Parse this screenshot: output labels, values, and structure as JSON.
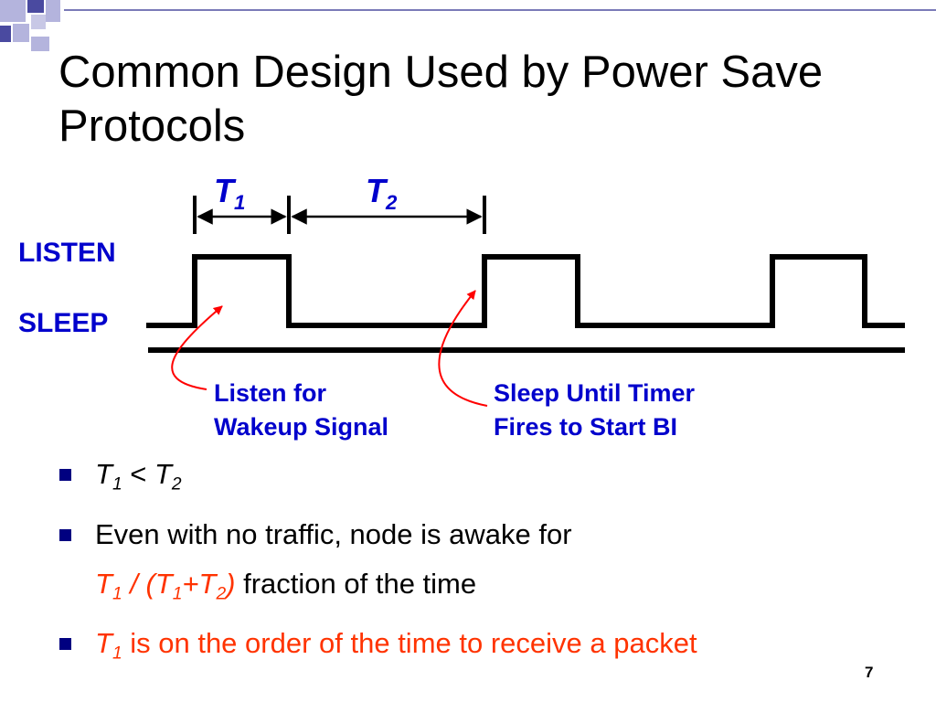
{
  "slide": {
    "title": "Common Design Used by Power Save Protocols",
    "page_number": "7"
  },
  "diagram": {
    "t1_label": "T",
    "t1_sub": "1",
    "t2_label": "T",
    "t2_sub": "2",
    "listen_label": "LISTEN",
    "sleep_label": "SLEEP",
    "annotation_left_line1": "Listen for",
    "annotation_left_line2": "Wakeup Signal",
    "annotation_right_line1": "Sleep Until Timer",
    "annotation_right_line2": "Fires to Start BI",
    "colors": {
      "label_blue": "#0000cc",
      "arrow_red": "#ff0000",
      "signal": "#000000"
    }
  },
  "bullets": {
    "b1": {
      "t1": "T",
      "t1_sub": "1",
      "op": " < ",
      "t2": "T",
      "t2_sub": "2"
    },
    "b2": {
      "text": "Even with no traffic, node is awake for",
      "cont_t1": "T",
      "cont_t1_sub": "1",
      "cont_mid": " / (T",
      "cont_mid_sub": "1",
      "cont_plus": "+T",
      "cont_plus_sub": "2",
      "cont_close": ")",
      "cont_rest": " fraction of the time"
    },
    "b3": {
      "t1": "T",
      "t1_sub": "1",
      "rest": " is on the order of the time to receive a packet"
    },
    "colors": {
      "bullet_square": "#000080",
      "highlight_red": "#ff3300"
    }
  }
}
